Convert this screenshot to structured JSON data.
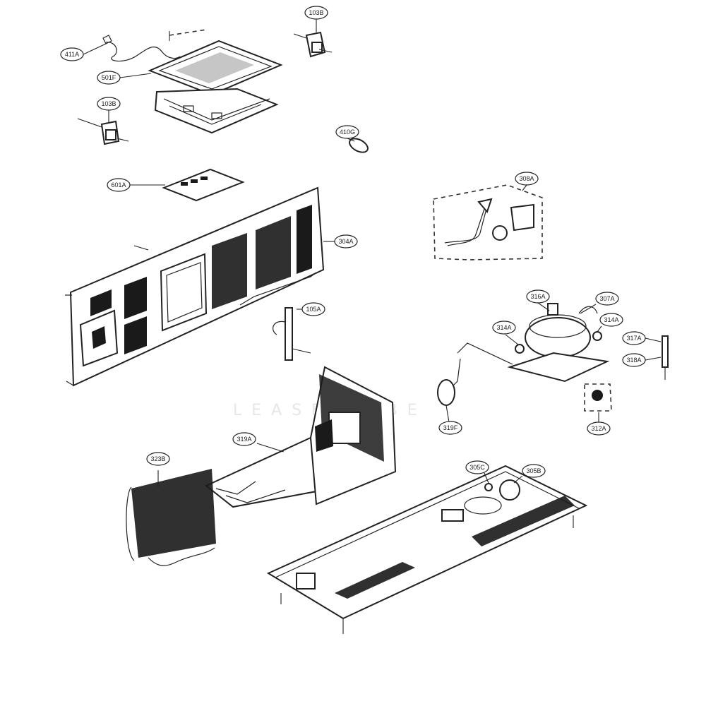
{
  "diagram": {
    "watermark": "LEASE TUBE",
    "callouts": [
      {
        "id": "c-103b-top",
        "label": "103B"
      },
      {
        "id": "c-411a",
        "label": "411A"
      },
      {
        "id": "c-501f",
        "label": "501F"
      },
      {
        "id": "c-103b-left",
        "label": "103B"
      },
      {
        "id": "c-410g",
        "label": "410G"
      },
      {
        "id": "c-601a",
        "label": "601A"
      },
      {
        "id": "c-304a",
        "label": "304A"
      },
      {
        "id": "c-308a",
        "label": "308A"
      },
      {
        "id": "c-105a",
        "label": "105A"
      },
      {
        "id": "c-316a",
        "label": "316A"
      },
      {
        "id": "c-307a",
        "label": "307A"
      },
      {
        "id": "c-314a-left",
        "label": "314A"
      },
      {
        "id": "c-314a-right",
        "label": "314A"
      },
      {
        "id": "c-317a",
        "label": "317A"
      },
      {
        "id": "c-318a",
        "label": "318A"
      },
      {
        "id": "c-319f",
        "label": "319F"
      },
      {
        "id": "c-312a",
        "label": "312A"
      },
      {
        "id": "c-319a",
        "label": "319A"
      },
      {
        "id": "c-323b",
        "label": "323B"
      },
      {
        "id": "c-305c",
        "label": "305C"
      },
      {
        "id": "c-305b",
        "label": "305B"
      }
    ]
  }
}
